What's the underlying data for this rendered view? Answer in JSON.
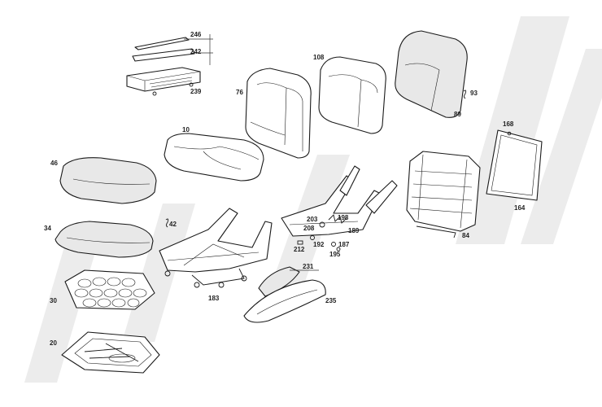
{
  "callouts": {
    "c246": "246",
    "c242": "242",
    "c239": "239",
    "c76": "76",
    "c108": "108",
    "c93": "93",
    "c89": "89",
    "c10": "10",
    "c46": "46",
    "c168": "168",
    "c164": "164",
    "c84": "84",
    "c34": "34",
    "c42": "42",
    "c203": "203",
    "c198": "198",
    "c208": "208",
    "c189": "189",
    "c192": "192",
    "c187": "187",
    "c212": "212",
    "c195": "195",
    "c231": "231",
    "c183": "183",
    "c30": "30",
    "c235": "235",
    "c20": "20"
  }
}
